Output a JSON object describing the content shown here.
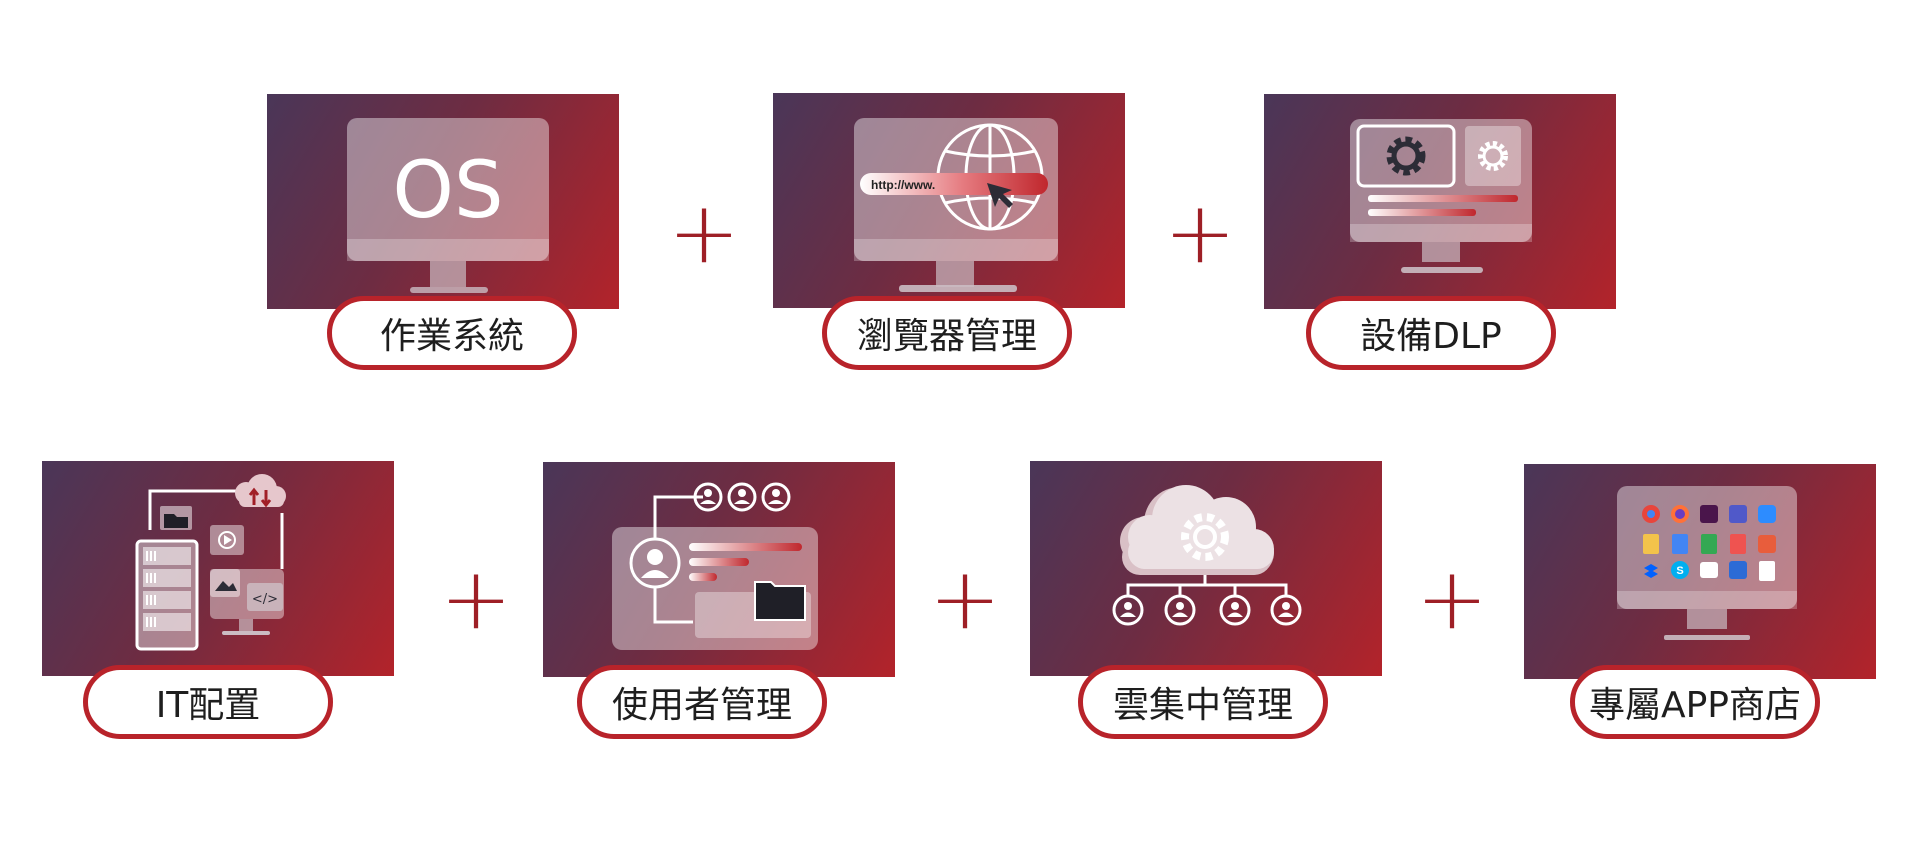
{
  "modules": [
    {
      "id": "os",
      "label": "作業系統",
      "screen_text": "OS",
      "icon": "os-monitor-icon"
    },
    {
      "id": "browser",
      "label": "瀏覽器管理",
      "screen_text": "http://www.",
      "icon": "browser-globe-icon"
    },
    {
      "id": "dlp",
      "label": "設備DLP",
      "icon": "device-gear-icon"
    },
    {
      "id": "it",
      "label": "IT配置",
      "icon": "it-config-icon"
    },
    {
      "id": "user",
      "label": "使用者管理",
      "icon": "user-profile-icon"
    },
    {
      "id": "cloud",
      "label": "雲集中管理",
      "icon": "cloud-network-icon"
    },
    {
      "id": "app",
      "label": "專屬APP商店",
      "icon": "app-store-icon"
    }
  ],
  "operators": {
    "plus": "+"
  },
  "colors": {
    "accent": "#b8232a",
    "gradient_start": "#4a3658",
    "gradient_end": "#b3232a"
  }
}
